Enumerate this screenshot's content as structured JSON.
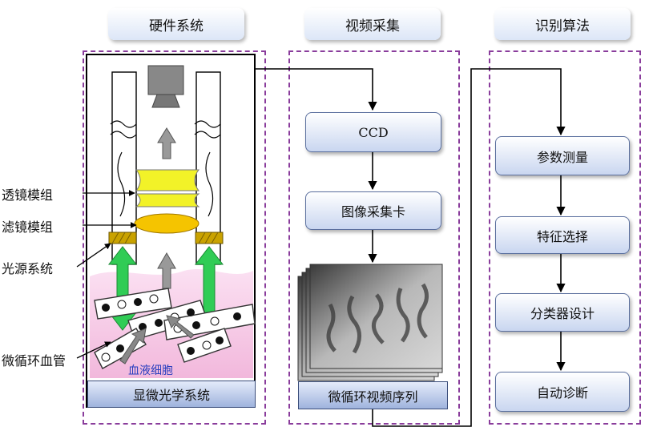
{
  "columns": {
    "hardware": {
      "title": "硬件系统",
      "labels": {
        "lens": "透镜模组",
        "filter": "滤镜模组",
        "light": "光源系统",
        "vessel": "微循环血管"
      },
      "blood_cells": "血液细胞",
      "bottom": "显微光学系统"
    },
    "video": {
      "title": "视频采集",
      "steps": [
        "CCD",
        "图像采集卡"
      ],
      "bottom": "微循环视频序列"
    },
    "recognition": {
      "title": "识别算法",
      "steps": [
        "参数测量",
        "特征选择",
        "分类器设计",
        "自动诊断"
      ]
    }
  },
  "colors": {
    "panel_border": "#8a3d9c",
    "box_fill": "#c9d6f0",
    "arrow_green": "#33cc55",
    "tissue_pink": "#f7c6e6",
    "lens_yellow": "#f0f030"
  }
}
